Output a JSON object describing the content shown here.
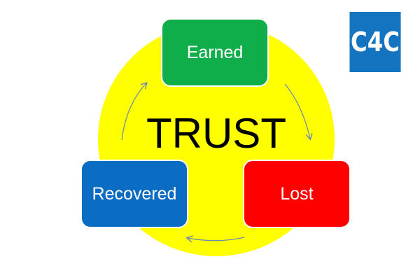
{
  "title": "TRUST",
  "stages": {
    "earned": "Earned",
    "lost": "Lost",
    "recovered": "Recovered"
  },
  "logo": "C4C",
  "colors": {
    "circle": "#ffff00",
    "earned": "#0fae4a",
    "lost": "#ff0000",
    "recovered": "#0a6cc2",
    "logo": "#1574bf"
  }
}
